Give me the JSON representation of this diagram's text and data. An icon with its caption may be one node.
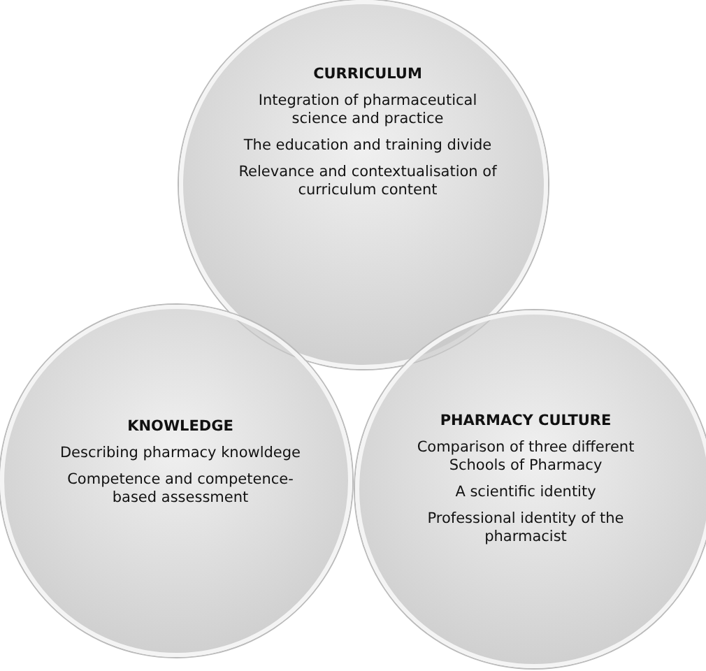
{
  "diagram": {
    "nodes": [
      {
        "text": [
          "CURRICULUM",
          "Integration of pharmaceutical science and practice",
          "The education and training divide",
          "Relevance and contextualisation of curriculum content"
        ]
      },
      {
        "text": [
          "KNOWLEDGE",
          "Describing pharmacy knowldege",
          "Competence and competence-based assessment"
        ]
      },
      {
        "text": [
          "PHARMACY CULTURE",
          "Comparison of three different Schools of Pharmacy",
          "A scientific identity",
          "Professional identity of the pharmacist"
        ]
      }
    ]
  }
}
